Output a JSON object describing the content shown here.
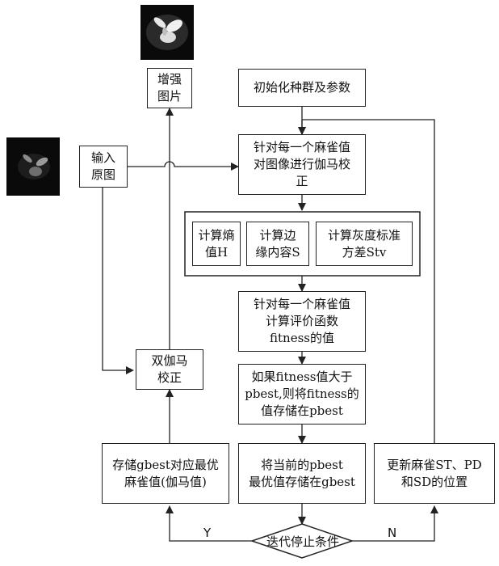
{
  "nodes": {
    "enhanced_image": [
      "增强",
      "图片"
    ],
    "input_original": [
      "输入",
      "原图"
    ],
    "init": [
      "初始化种群及参数"
    ],
    "gamma_correct": [
      "针对每一个麻雀值",
      "对图像进行伽马校",
      "正"
    ],
    "entropy": [
      "计算熵",
      "值H"
    ],
    "edge": [
      "计算边",
      "缘内容S"
    ],
    "gray_std": [
      "计算灰度标准",
      "方差Stv"
    ],
    "fitness_eval": [
      "针对每一个麻雀值",
      "计算评价函数",
      "fitness的值"
    ],
    "pbest_update": [
      "如果fitness值大于",
      "pbest,则将fitness的",
      "值存储在pbest"
    ],
    "gbest_store": [
      "将当前的pbest",
      "最优值存储在gbest"
    ],
    "update_sparrow": [
      "更新麻雀ST、PD",
      "和SD的位置"
    ],
    "store_gbest": [
      "存储gbest对应最优",
      "麻雀值(伽马值)"
    ],
    "double_gamma": [
      "双伽马",
      "校正"
    ],
    "stop_condition": "迭代停止条件"
  },
  "branches": {
    "yes": "Y",
    "no": "N"
  },
  "colors": {
    "line": "#222222",
    "photo_bg": "#0a0a0a",
    "petal": "#e8e8e8"
  }
}
